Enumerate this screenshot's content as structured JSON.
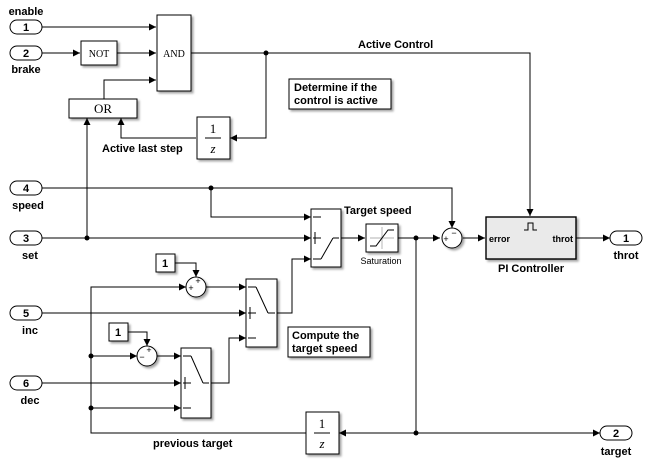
{
  "inports": [
    {
      "num": "1",
      "name": "enable"
    },
    {
      "num": "2",
      "name": "brake"
    },
    {
      "num": "4",
      "name": "speed"
    },
    {
      "num": "3",
      "name": "set"
    },
    {
      "num": "5",
      "name": "inc"
    },
    {
      "num": "6",
      "name": "dec"
    }
  ],
  "outports": [
    {
      "num": "1",
      "name": "throt"
    },
    {
      "num": "2",
      "name": "target"
    }
  ],
  "blocks": {
    "not": "NOT",
    "and": "AND",
    "or": "OR",
    "delay_num": "1",
    "delay_den": "z",
    "const": "1",
    "plus": "+",
    "minus": "−",
    "saturation": "Saturation",
    "pi_title": "PI Controller",
    "pi_in": "error",
    "pi_out": "throt"
  },
  "labels": {
    "active_control": "Active Control",
    "active_last_step": "Active last step",
    "target_speed": "Target speed",
    "previous_target": "previous target"
  },
  "annotations": {
    "note1_line1": "Determine if the",
    "note1_line2": "control is active",
    "note2_line1": "Compute the",
    "note2_line2": "target speed"
  }
}
